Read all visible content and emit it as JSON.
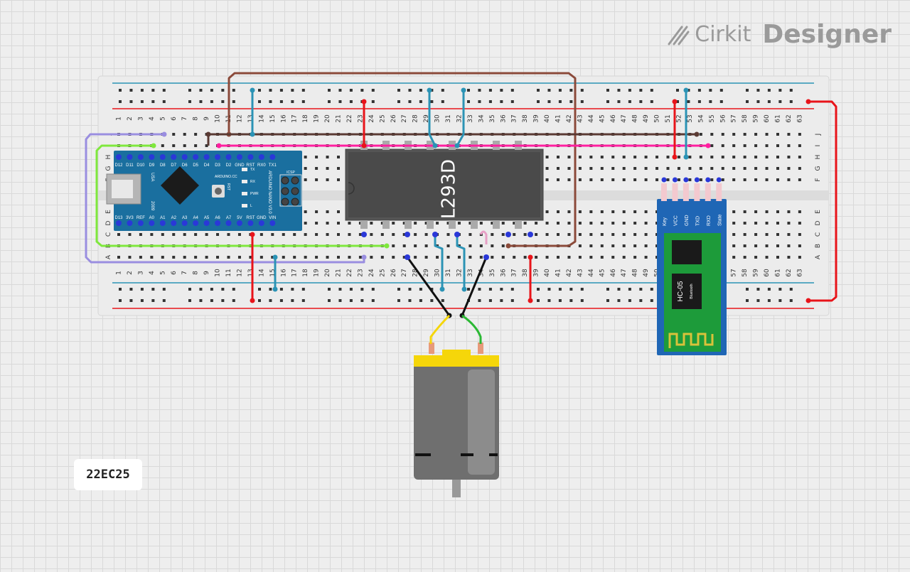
{
  "branding": {
    "word1": "Cirkit",
    "word2": "Designer"
  },
  "project_tag": "22EC25",
  "breadboard": {
    "col_numbers": [
      "1",
      "2",
      "3",
      "4",
      "5",
      "6",
      "7",
      "8",
      "9",
      "10",
      "11",
      "12",
      "13",
      "14",
      "15",
      "16",
      "17",
      "18",
      "19",
      "20",
      "21",
      "22",
      "23",
      "24",
      "25",
      "26",
      "27",
      "28",
      "29",
      "30",
      "31",
      "32",
      "33",
      "34",
      "35",
      "36",
      "37",
      "38",
      "39",
      "40",
      "41",
      "42",
      "43",
      "44",
      "45",
      "46",
      "47",
      "48",
      "49",
      "50",
      "51",
      "52",
      "53",
      "54",
      "55",
      "56",
      "57",
      "58",
      "59",
      "60",
      "61",
      "62",
      "63"
    ],
    "rows_top": [
      "J",
      "I",
      "H",
      "G",
      "F"
    ],
    "rows_bottom": [
      "E",
      "D",
      "C",
      "B",
      "A"
    ]
  },
  "arduino": {
    "top_pins": [
      "D12",
      "D11",
      "D10",
      "D9",
      "D8",
      "D7",
      "D6",
      "D5",
      "D4",
      "D3",
      "D2",
      "GND",
      "RST",
      "RX0",
      "TX1"
    ],
    "bottom_pins": [
      "D13",
      "3V3",
      "REF",
      "A0",
      "A1",
      "A2",
      "A3",
      "A4",
      "A5",
      "A6",
      "A7",
      "5V",
      "RST",
      "GND",
      "VIN"
    ],
    "brand": "ARDUINO.CC",
    "model": "ARDUINO NANO V3.0",
    "year": "2009",
    "usa": "USA",
    "icsp": "ICSP",
    "rst": "RST",
    "leds": [
      "TX",
      "RX",
      "PWR",
      "L"
    ]
  },
  "ic": {
    "label": "L293D"
  },
  "hc05": {
    "pins": [
      "Key",
      "VCC",
      "GND",
      "TXD",
      "RXD",
      "State"
    ],
    "name": "HC-05",
    "sub": "Bluetooth"
  },
  "colors": {
    "red": "#e8141a",
    "blue": "#2b93b5",
    "brown": "#8b4a3a",
    "darkbrown": "#5a3a33",
    "pink": "#ff1fa0",
    "green": "#7fe83d",
    "purple": "#9a8ee0",
    "black": "#111111",
    "yellow": "#f5d60a",
    "motor_green": "#2bb834"
  }
}
